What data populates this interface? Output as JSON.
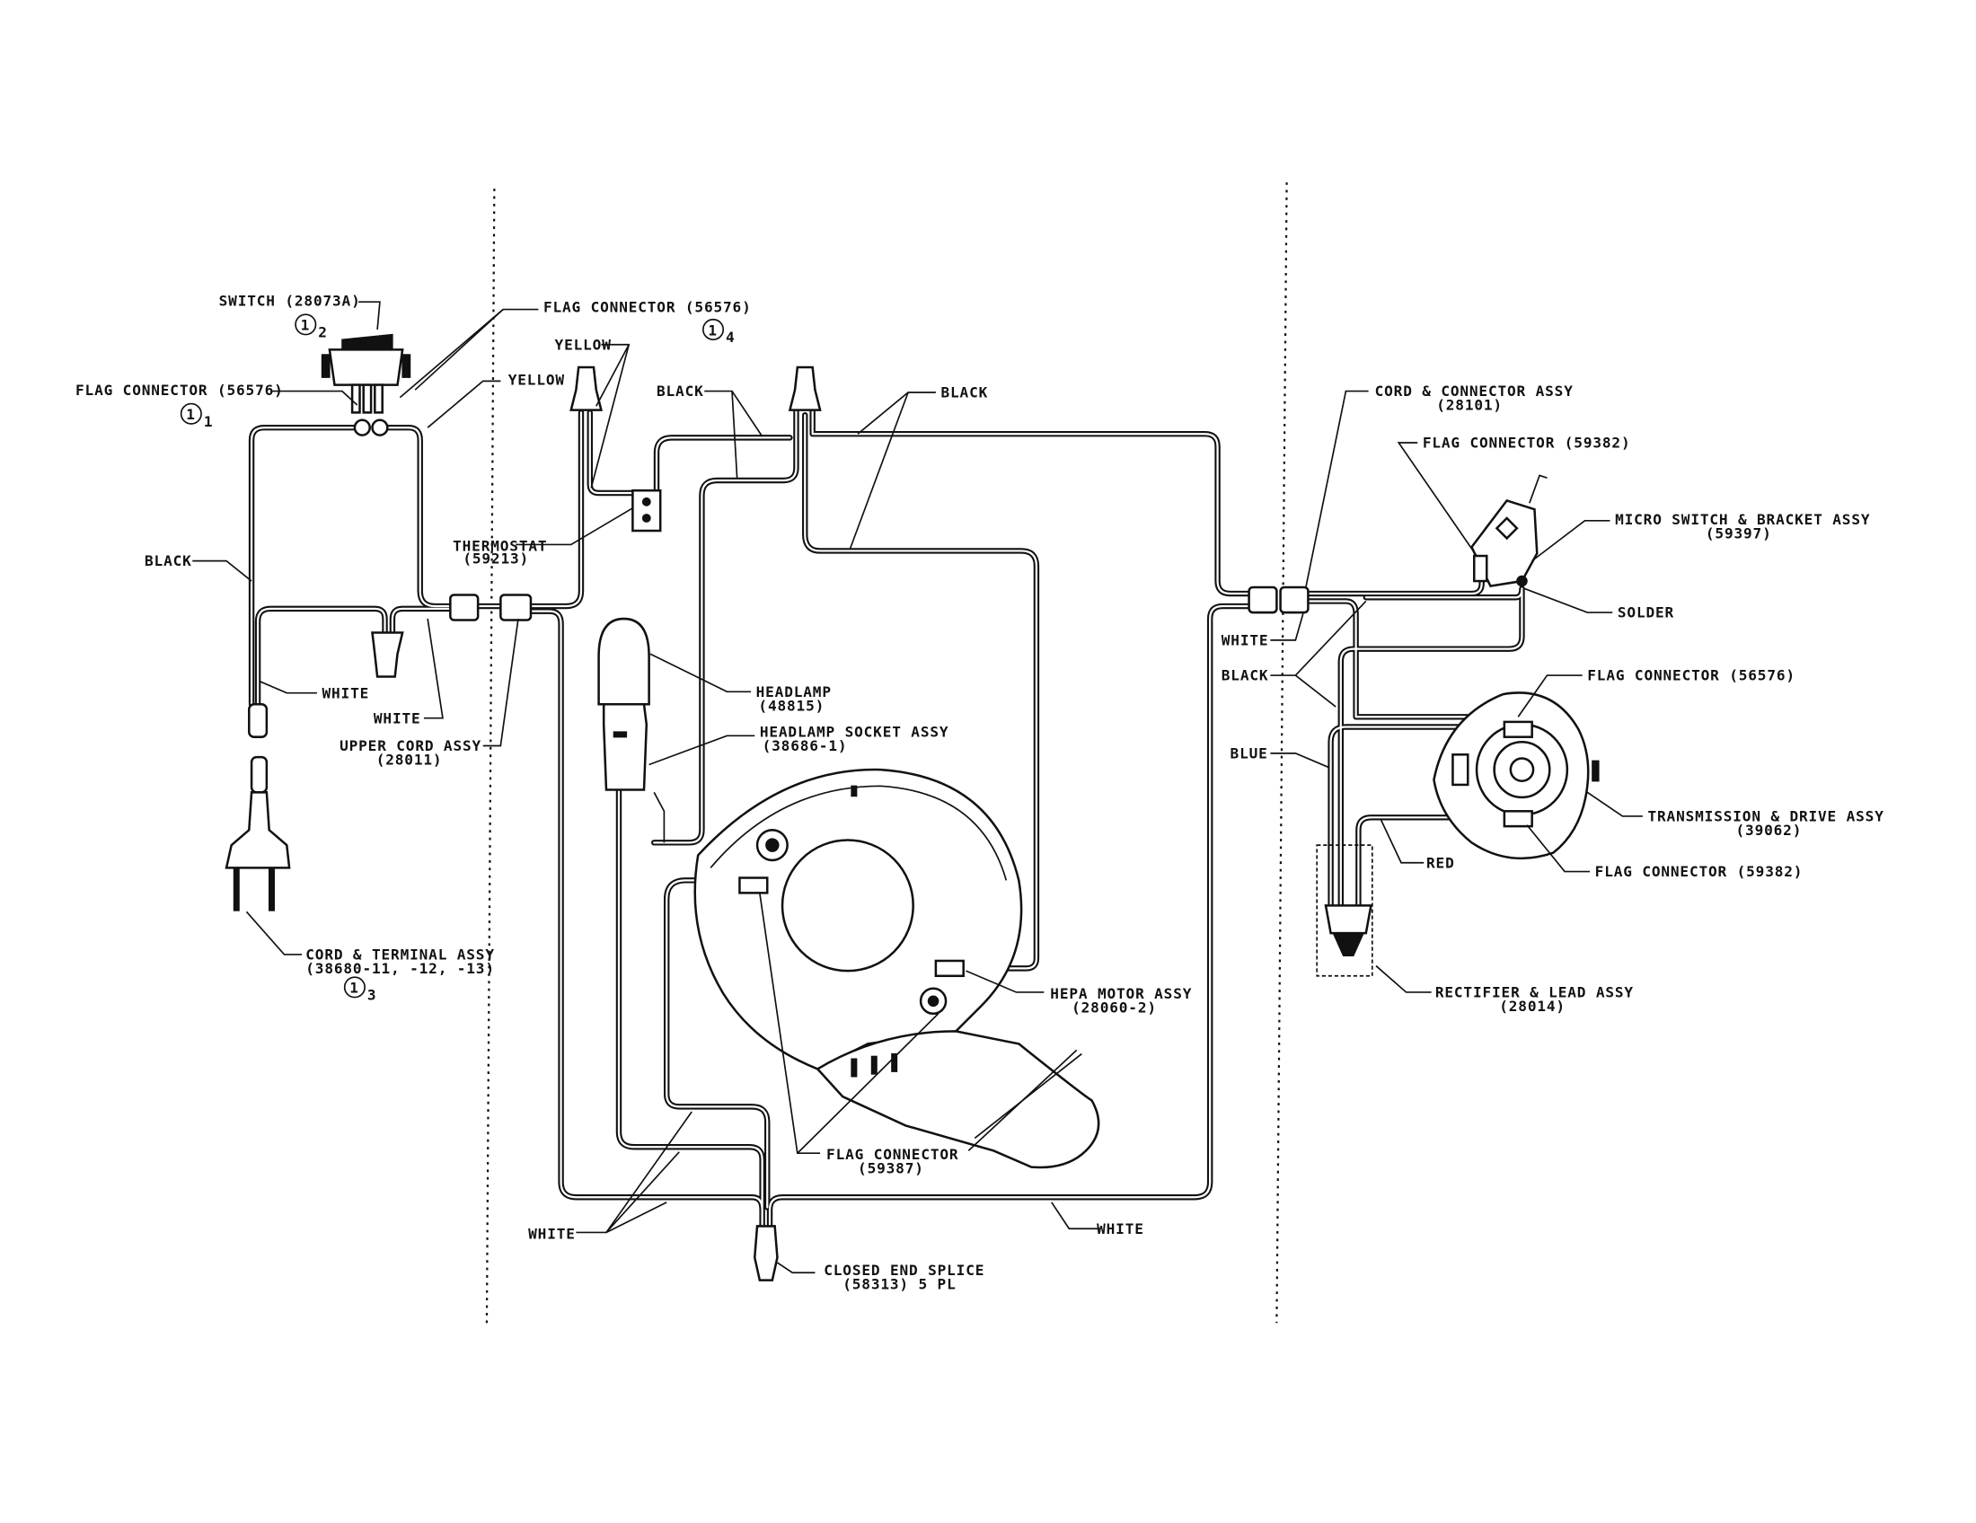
{
  "labels": {
    "switch": "SWITCH (28073A)",
    "flag_connector_56576_top": "FLAG CONNECTOR (56576)",
    "flag_connector_56576_left": "FLAG CONNECTOR (56576)",
    "yellow_top": "YELLOW",
    "yellow_left": "YELLOW",
    "black_left": "BLACK",
    "black_mid": "BLACK",
    "black_right": "BLACK",
    "white_1": "WHITE",
    "white_2": "WHITE",
    "upper_cord_assy": "UPPER CORD ASSY",
    "upper_cord_assy_part": "(28011)",
    "thermostat": "THERMOSTAT",
    "thermostat_part": "(59213)",
    "headlamp": "HEADLAMP",
    "headlamp_part": "(48815)",
    "headlamp_socket": "HEADLAMP SOCKET ASSY",
    "headlamp_socket_part": "(38686-1)",
    "cord_terminal": "CORD & TERMINAL ASSY",
    "cord_terminal_part": "(38680-11, -12, -13)",
    "hepa_motor": "HEPA MOTOR ASSY",
    "hepa_motor_part": "(28060-2)",
    "flag_connector_59387": "FLAG CONNECTOR",
    "flag_connector_59387_part": "(59387)",
    "white_bottom_left": "WHITE",
    "white_bottom_right": "WHITE",
    "closed_end_splice": "CLOSED END SPLICE",
    "closed_end_splice_part": "(58313) 5 PL",
    "cord_connector": "CORD & CONNECTOR ASSY",
    "cord_connector_part": "(28101)",
    "flag_connector_59382_top": "FLAG CONNECTOR (59382)",
    "micro_switch": "MICRO SWITCH & BRACKET ASSY",
    "micro_switch_part": "(59397)",
    "solder": "SOLDER",
    "white_right": "WHITE",
    "black_right2": "BLACK",
    "flag_connector_56576_right": "FLAG CONNECTOR (56576)",
    "blue": "BLUE",
    "transmission": "TRANSMISSION & DRIVE ASSY",
    "transmission_part": "(39062)",
    "red": "RED",
    "flag_connector_59382_bottom": "FLAG CONNECTOR (59382)",
    "rectifier": "RECTIFIER & LEAD ASSY",
    "rectifier_part": "(28014)"
  },
  "notes": {
    "note1": "1",
    "note1_sub": "1",
    "note2": "1",
    "note2_sub": "2",
    "note3": "1",
    "note3_sub": "3",
    "note4": "1",
    "note4_sub": "4"
  }
}
